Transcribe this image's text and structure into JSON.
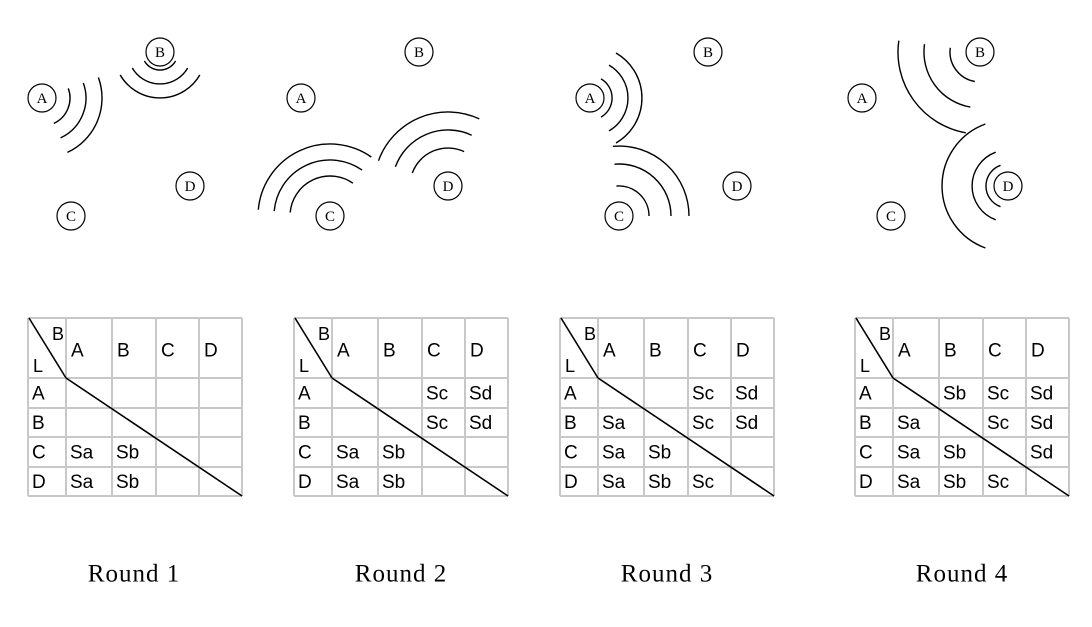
{
  "nodes": [
    "A",
    "B",
    "C",
    "D"
  ],
  "corner": {
    "top": "B",
    "bottom": "L"
  },
  "headers": [
    "A",
    "B",
    "C",
    "D"
  ],
  "rows": [
    "A",
    "B",
    "C",
    "D"
  ],
  "rounds": [
    {
      "label": "Round 1",
      "transmitters": [
        "A",
        "B"
      ],
      "table": [
        [
          "",
          "",
          "",
          ""
        ],
        [
          "",
          "",
          "",
          ""
        ],
        [
          "Sa",
          "Sb",
          "",
          ""
        ],
        [
          "Sa",
          "Sb",
          "",
          ""
        ]
      ]
    },
    {
      "label": "Round 2",
      "transmitters": [
        "C",
        "D"
      ],
      "table": [
        [
          "",
          "",
          "Sc",
          "Sd"
        ],
        [
          "",
          "",
          "Sc",
          "Sd"
        ],
        [
          "Sa",
          "Sb",
          "",
          ""
        ],
        [
          "Sa",
          "Sb",
          "",
          ""
        ]
      ]
    },
    {
      "label": "Round 3",
      "transmitters": [
        "A",
        "C"
      ],
      "table": [
        [
          "",
          "",
          "Sc",
          "Sd"
        ],
        [
          "Sa",
          "",
          "Sc",
          "Sd"
        ],
        [
          "Sa",
          "Sb",
          "",
          ""
        ],
        [
          "Sa",
          "Sb",
          "Sc",
          ""
        ]
      ]
    },
    {
      "label": "Round 4",
      "transmitters": [
        "B",
        "D"
      ],
      "table": [
        [
          "",
          "Sb",
          "Sc",
          "Sd"
        ],
        [
          "Sa",
          "",
          "Sc",
          "Sd"
        ],
        [
          "Sa",
          "Sb",
          "",
          "Sd"
        ],
        [
          "Sa",
          "Sb",
          "Sc",
          ""
        ]
      ]
    }
  ]
}
